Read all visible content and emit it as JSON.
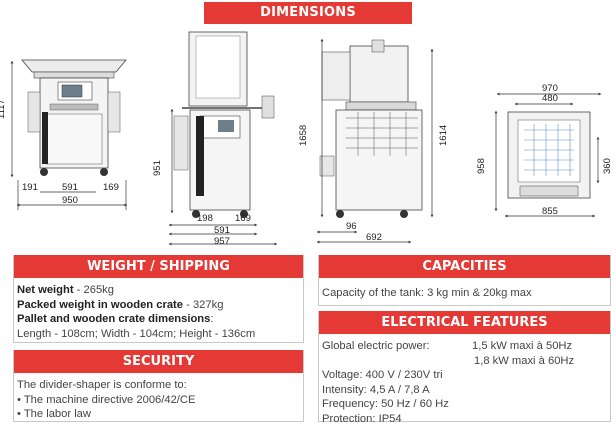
{
  "dimensions": {
    "title": "DIMENSIONS",
    "view1": {
      "height": "1117",
      "left": "191",
      "middle": "591",
      "right": "169",
      "total": "950"
    },
    "view2": {
      "height": "951",
      "d198": "198",
      "d169": "169",
      "d591": "591",
      "d957": "957"
    },
    "view3": {
      "h1658": "1658",
      "h1614": "1614",
      "d96": "96",
      "d692": "692"
    },
    "view4": {
      "d970": "970",
      "d480": "480",
      "h958": "958",
      "d360": "360",
      "d855": "855"
    }
  },
  "weight": {
    "title": "WEIGHT / SHIPPING",
    "net_label": "Net weight",
    "net_value": " - 265kg",
    "packed_label": "Packed weight in wooden crate",
    "packed_value": " - 327kg",
    "crate_label": "Pallet and wooden crate dimensions",
    "crate_suffix": ":",
    "crate_dims": "Length - 108cm; Width - 104cm; Height - 136cm"
  },
  "security": {
    "title": "SECURITY",
    "intro": "The divider-shaper is conforme to:",
    "items": [
      "• The machine directive 2006/42/CE",
      "• The labor law"
    ]
  },
  "capacities": {
    "title": "CAPACITIES",
    "text": "Capacity of the tank: 3 kg min & 20kg max"
  },
  "electrical": {
    "title": "ELECTRICAL FEATURES",
    "power_label": "Global electric power:",
    "power_50": "1,5 kW maxi à 50Hz",
    "power_60": "1,8 kW maxi à 60Hz",
    "voltage": "Voltage: 400 V / 230V tri",
    "intensity": "Intensity: 4,5 A / 7,8 A",
    "frequency": "Frequency: 50 Hz / 60 Hz",
    "protection": "Protection: IP54"
  }
}
